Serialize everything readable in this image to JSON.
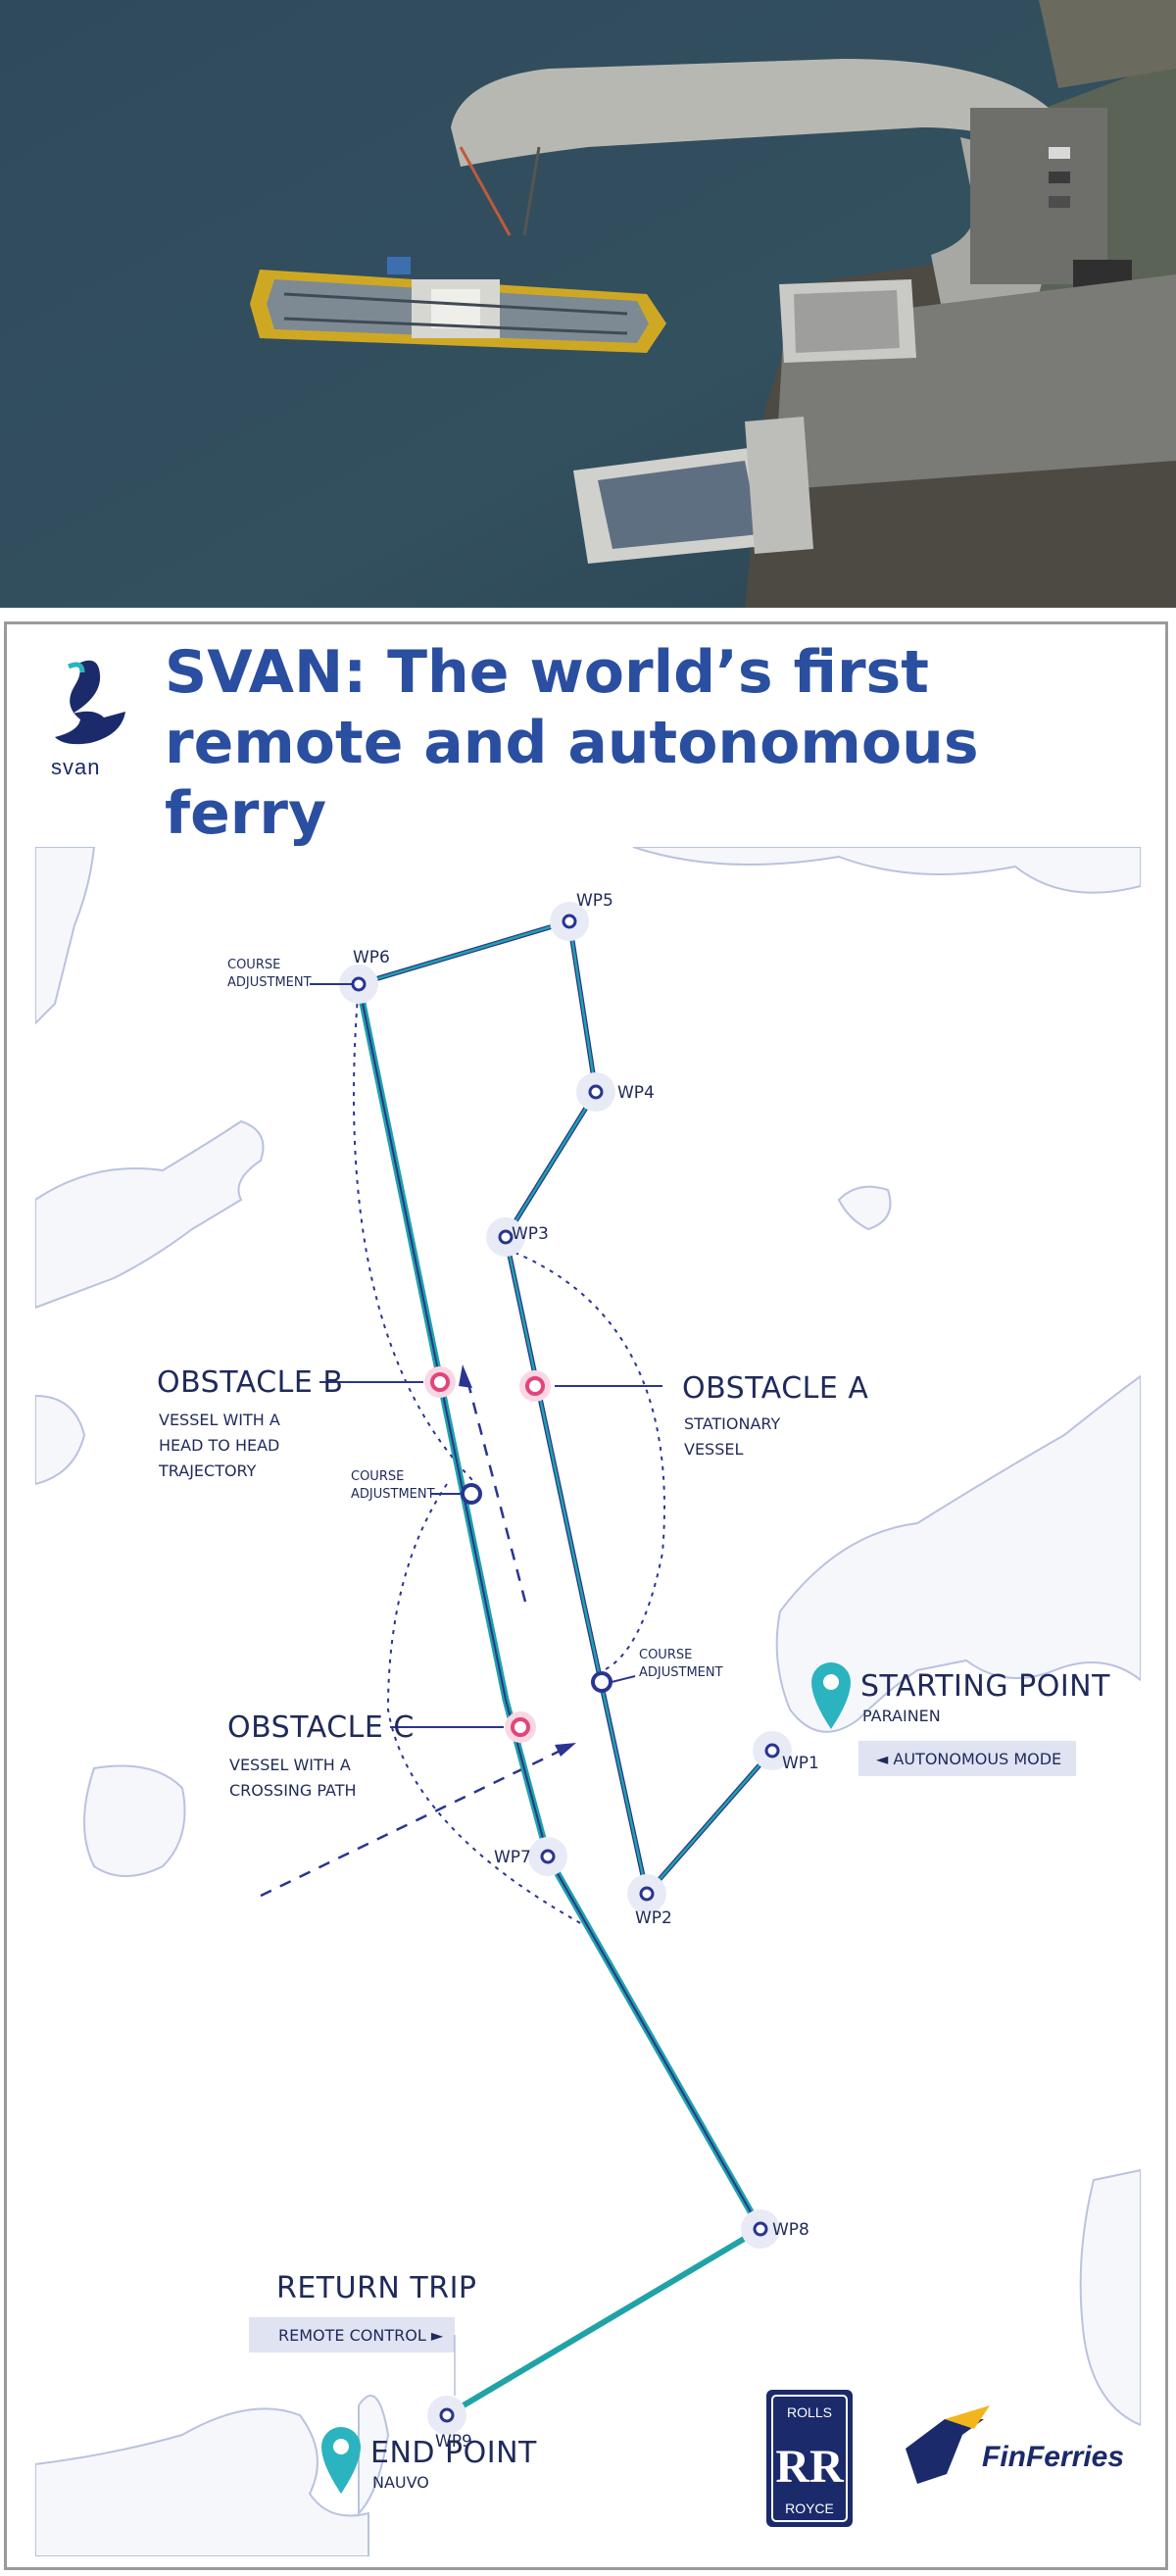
{
  "title": {
    "line1": "SVAN: The world’s first",
    "line2": "remote and autonomous ferry"
  },
  "logo": {
    "text": "svan"
  },
  "route": {
    "waypoints": [
      "WP1",
      "WP2",
      "WP3",
      "WP4",
      "WP5",
      "WP6",
      "WP7",
      "WP8",
      "WP9"
    ],
    "course_adjustment": [
      "COURSE",
      "ADJUSTMENT"
    ]
  },
  "obstacles": {
    "a": {
      "title": "OBSTACLE A",
      "desc1": "STATIONARY",
      "desc2": "VESSEL"
    },
    "b": {
      "title": "OBSTACLE B",
      "desc1": "VESSEL WITH A",
      "desc2": "HEAD TO HEAD",
      "desc3": "TRAJECTORY"
    },
    "c": {
      "title": "OBSTACLE C",
      "desc1": "VESSEL WITH A",
      "desc2": "CROSSING PATH"
    }
  },
  "start": {
    "title": "STARTING POINT",
    "place": "PARAINEN",
    "mode": "◄  AUTONOMOUS MODE"
  },
  "end": {
    "title": "END POINT",
    "place": "NAUVO"
  },
  "return_trip": {
    "title": "RETURN TRIP",
    "mode": "REMOTE CONTROL  ►"
  },
  "partners": {
    "rr_top": "ROLLS",
    "rr_mono": "RR",
    "rr_bottom": "ROYCE",
    "finferries": "FinFerries"
  },
  "colors": {
    "title": "#2a4ea0",
    "route_teal": "#1fa3a6",
    "route_navy": "#2a3591",
    "obstacle": "#e0457b",
    "pin": "#2bb3c0",
    "land_line": "#b9c2e0"
  }
}
